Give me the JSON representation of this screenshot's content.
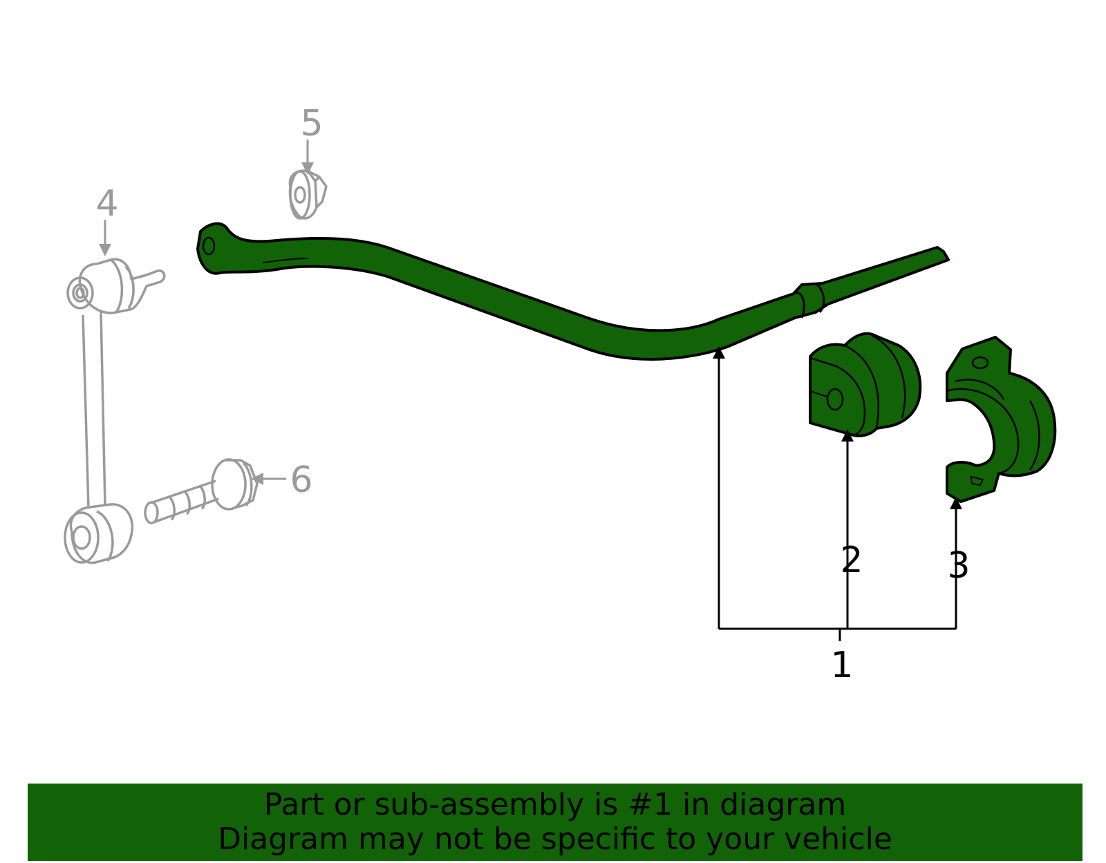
{
  "callouts": {
    "c1": "1",
    "c2": "2",
    "c3": "3",
    "c4": "4",
    "c5": "5",
    "c6": "6"
  },
  "colors": {
    "highlight": "#126208",
    "outline_primary": "#000000",
    "outline_secondary": "#9a9a9a",
    "banner_bg": "#126208"
  },
  "banner": {
    "line1": "Part or sub-assembly is #1 in diagram",
    "line2": "Diagram may not be specific to your vehicle"
  }
}
